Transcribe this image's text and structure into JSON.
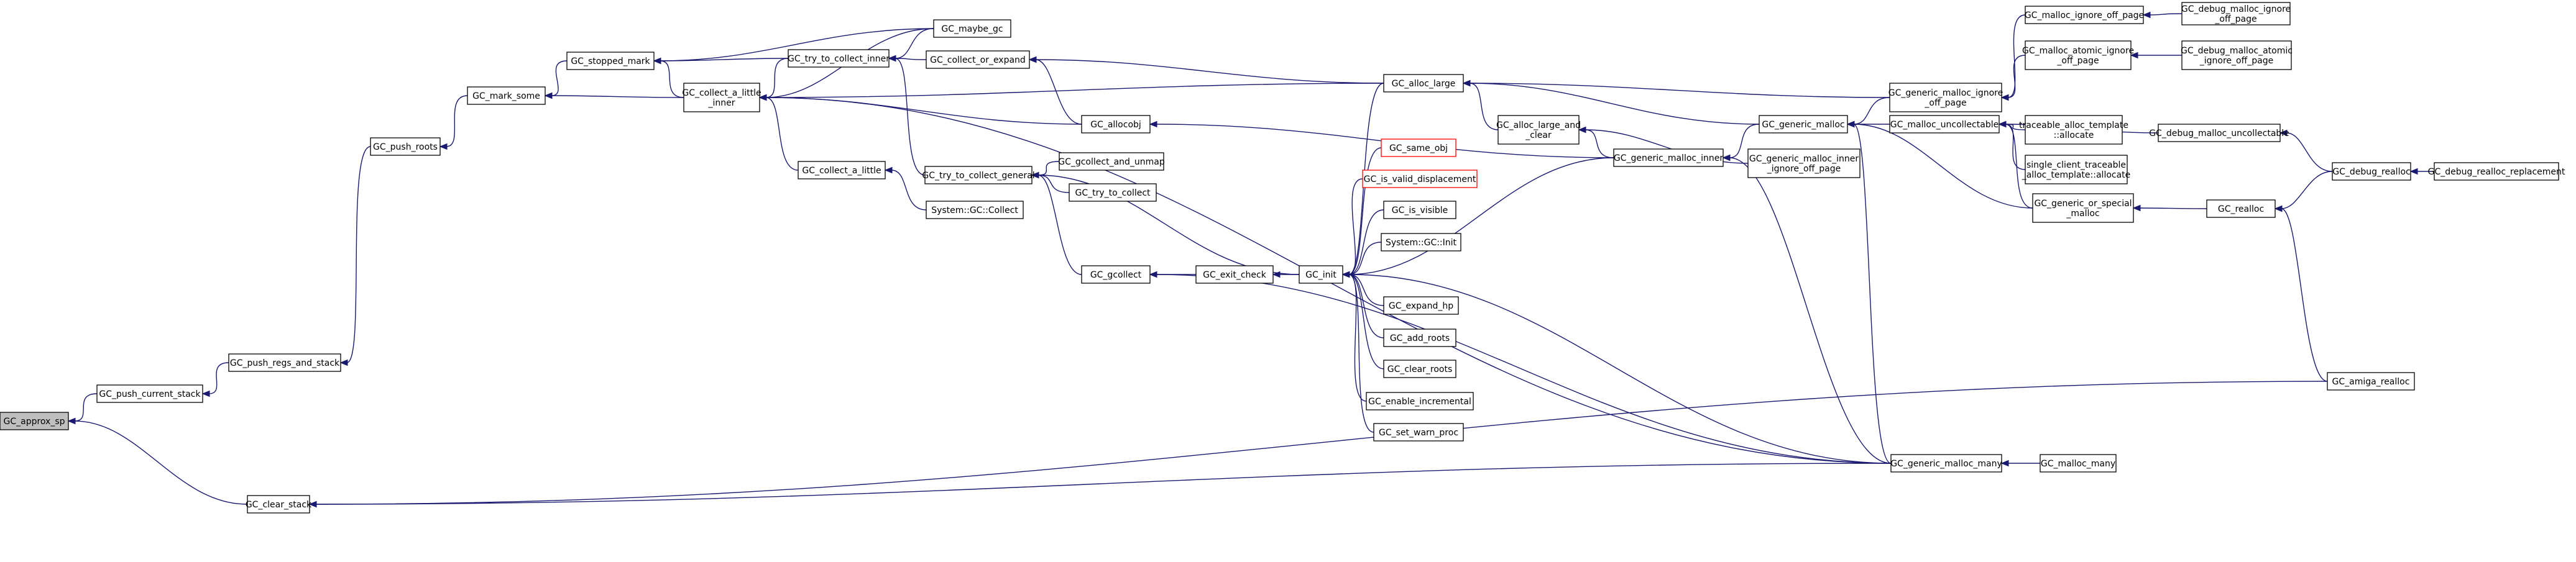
{
  "colors": {
    "edge": "#191970",
    "node_border": "#000000",
    "node_border_missing": "#ff0000",
    "root_fill": "#bfbfbf",
    "background": "#ffffff"
  },
  "nodes": [
    {
      "id": "n1",
      "lines": [
        "GC_approx_sp"
      ],
      "root": true
    },
    {
      "id": "n2",
      "lines": [
        "GC_push_current_stack"
      ]
    },
    {
      "id": "n3",
      "lines": [
        "GC_clear_stack"
      ]
    },
    {
      "id": "n4",
      "lines": [
        "GC_push_regs_and_stack"
      ]
    },
    {
      "id": "n5",
      "lines": [
        "GC_push_roots"
      ]
    },
    {
      "id": "n6",
      "lines": [
        "GC_mark_some"
      ]
    },
    {
      "id": "n7",
      "lines": [
        "GC_stopped_mark"
      ]
    },
    {
      "id": "n8",
      "lines": [
        "GC_collect_a_little",
        "_inner"
      ]
    },
    {
      "id": "n9",
      "lines": [
        "GC_maybe_gc"
      ]
    },
    {
      "id": "n10",
      "lines": [
        "GC_try_to_collect_inner"
      ]
    },
    {
      "id": "n11",
      "lines": [
        "GC_collect_or_expand"
      ]
    },
    {
      "id": "n12",
      "lines": [
        "GC_collect_a_little"
      ]
    },
    {
      "id": "n13",
      "lines": [
        "GC_try_to_collect_general"
      ]
    },
    {
      "id": "n14",
      "lines": [
        "System::GC::Collect"
      ]
    },
    {
      "id": "n15",
      "lines": [
        "GC_gcollect_and_unmap"
      ]
    },
    {
      "id": "n16",
      "lines": [
        "GC_try_to_collect"
      ]
    },
    {
      "id": "n17",
      "lines": [
        "GC_gcollect"
      ]
    },
    {
      "id": "n18",
      "lines": [
        "GC_allocobj"
      ]
    },
    {
      "id": "n19",
      "lines": [
        "GC_exit_check"
      ]
    },
    {
      "id": "n20",
      "lines": [
        "GC_init"
      ]
    },
    {
      "id": "n21",
      "lines": [
        "GC_alloc_large"
      ]
    },
    {
      "id": "n22",
      "lines": [
        "GC_same_obj"
      ],
      "missing": true
    },
    {
      "id": "n23",
      "lines": [
        "GC_is_valid_displacement"
      ],
      "missing": true
    },
    {
      "id": "n24",
      "lines": [
        "GC_is_visible"
      ]
    },
    {
      "id": "n25",
      "lines": [
        "System::GC::Init"
      ]
    },
    {
      "id": "n26",
      "lines": [
        "GC_expand_hp"
      ]
    },
    {
      "id": "n27",
      "lines": [
        "GC_add_roots"
      ]
    },
    {
      "id": "n28",
      "lines": [
        "GC_clear_roots"
      ]
    },
    {
      "id": "n29",
      "lines": [
        "GC_enable_incremental"
      ]
    },
    {
      "id": "n30",
      "lines": [
        "GC_set_warn_proc"
      ]
    },
    {
      "id": "n31",
      "lines": [
        "GC_alloc_large_and",
        "_clear"
      ]
    },
    {
      "id": "n32",
      "lines": [
        "GC_generic_malloc_inner"
      ]
    },
    {
      "id": "n33",
      "lines": [
        "GC_generic_malloc"
      ]
    },
    {
      "id": "n34",
      "lines": [
        "GC_generic_malloc_inner",
        "_ignore_off_page"
      ]
    },
    {
      "id": "n35",
      "lines": [
        "GC_generic_malloc_ignore",
        "_off_page"
      ]
    },
    {
      "id": "n36",
      "lines": [
        "GC_malloc_uncollectable"
      ]
    },
    {
      "id": "n37",
      "lines": [
        "GC_generic_malloc_many"
      ]
    },
    {
      "id": "n38",
      "lines": [
        "GC_malloc_ignore_off_page"
      ]
    },
    {
      "id": "n39",
      "lines": [
        "GC_malloc_atomic_ignore",
        "_off_page"
      ]
    },
    {
      "id": "n40",
      "lines": [
        "GC_debug_malloc_ignore",
        "_off_page"
      ]
    },
    {
      "id": "n41",
      "lines": [
        "GC_debug_malloc_atomic",
        "_ignore_off_page"
      ]
    },
    {
      "id": "n42",
      "lines": [
        "traceable_alloc_template",
        "::allocate"
      ]
    },
    {
      "id": "n43",
      "lines": [
        "single_client_traceable",
        "_alloc_template::allocate"
      ]
    },
    {
      "id": "n44",
      "lines": [
        "GC_generic_or_special",
        "_malloc"
      ]
    },
    {
      "id": "n45",
      "lines": [
        "GC_malloc_many"
      ]
    },
    {
      "id": "n46",
      "lines": [
        "GC_debug_malloc_uncollectable"
      ]
    },
    {
      "id": "n47",
      "lines": [
        "GC_realloc"
      ]
    },
    {
      "id": "n48",
      "lines": [
        "GC_debug_realloc"
      ]
    },
    {
      "id": "n49",
      "lines": [
        "GC_debug_realloc_replacement"
      ]
    },
    {
      "id": "n50",
      "lines": [
        "GC_amiga_realloc"
      ]
    }
  ],
  "edges": [
    [
      "n2",
      "n1"
    ],
    [
      "n3",
      "n1"
    ],
    [
      "n4",
      "n2"
    ],
    [
      "n5",
      "n4"
    ],
    [
      "n6",
      "n5"
    ],
    [
      "n7",
      "n6"
    ],
    [
      "n8",
      "n6"
    ],
    [
      "n9",
      "n7"
    ],
    [
      "n10",
      "n7"
    ],
    [
      "n8",
      "n7"
    ],
    [
      "n9",
      "n8"
    ],
    [
      "n10",
      "n8"
    ],
    [
      "n12",
      "n8"
    ],
    [
      "n21",
      "n8"
    ],
    [
      "n18",
      "n8"
    ],
    [
      "n37",
      "n8"
    ],
    [
      "n11",
      "n10"
    ],
    [
      "n9",
      "n10"
    ],
    [
      "n13",
      "n10"
    ],
    [
      "n21",
      "n11"
    ],
    [
      "n18",
      "n11"
    ],
    [
      "n14",
      "n12"
    ],
    [
      "n15",
      "n13"
    ],
    [
      "n16",
      "n13"
    ],
    [
      "n17",
      "n13"
    ],
    [
      "n20",
      "n13"
    ],
    [
      "n19",
      "n17"
    ],
    [
      "n20",
      "n19"
    ],
    [
      "n21",
      "n20"
    ],
    [
      "n22",
      "n20"
    ],
    [
      "n23",
      "n20"
    ],
    [
      "n24",
      "n20"
    ],
    [
      "n25",
      "n20"
    ],
    [
      "n26",
      "n20"
    ],
    [
      "n27",
      "n20"
    ],
    [
      "n28",
      "n20"
    ],
    [
      "n29",
      "n20"
    ],
    [
      "n30",
      "n20"
    ],
    [
      "n37",
      "n20"
    ],
    [
      "n32",
      "n20"
    ],
    [
      "n32",
      "n18"
    ],
    [
      "n31",
      "n21"
    ],
    [
      "n33",
      "n21"
    ],
    [
      "n35",
      "n21"
    ],
    [
      "n32",
      "n31"
    ],
    [
      "n34",
      "n31"
    ],
    [
      "n33",
      "n32"
    ],
    [
      "n36",
      "n33"
    ],
    [
      "n35",
      "n33"
    ],
    [
      "n44",
      "n33"
    ],
    [
      "n37",
      "n33"
    ],
    [
      "n38",
      "n35"
    ],
    [
      "n39",
      "n35"
    ],
    [
      "n40",
      "n38"
    ],
    [
      "n41",
      "n39"
    ],
    [
      "n42",
      "n36"
    ],
    [
      "n43",
      "n36"
    ],
    [
      "n44",
      "n36"
    ],
    [
      "n46",
      "n36"
    ],
    [
      "n45",
      "n37"
    ],
    [
      "n47",
      "n44"
    ],
    [
      "n48",
      "n47"
    ],
    [
      "n50",
      "n47"
    ],
    [
      "n48",
      "n46"
    ],
    [
      "n49",
      "n48"
    ],
    [
      "n37",
      "n32"
    ],
    [
      "n37",
      "n17"
    ],
    [
      "n37",
      "n3"
    ],
    [
      "n50",
      "n3"
    ]
  ]
}
